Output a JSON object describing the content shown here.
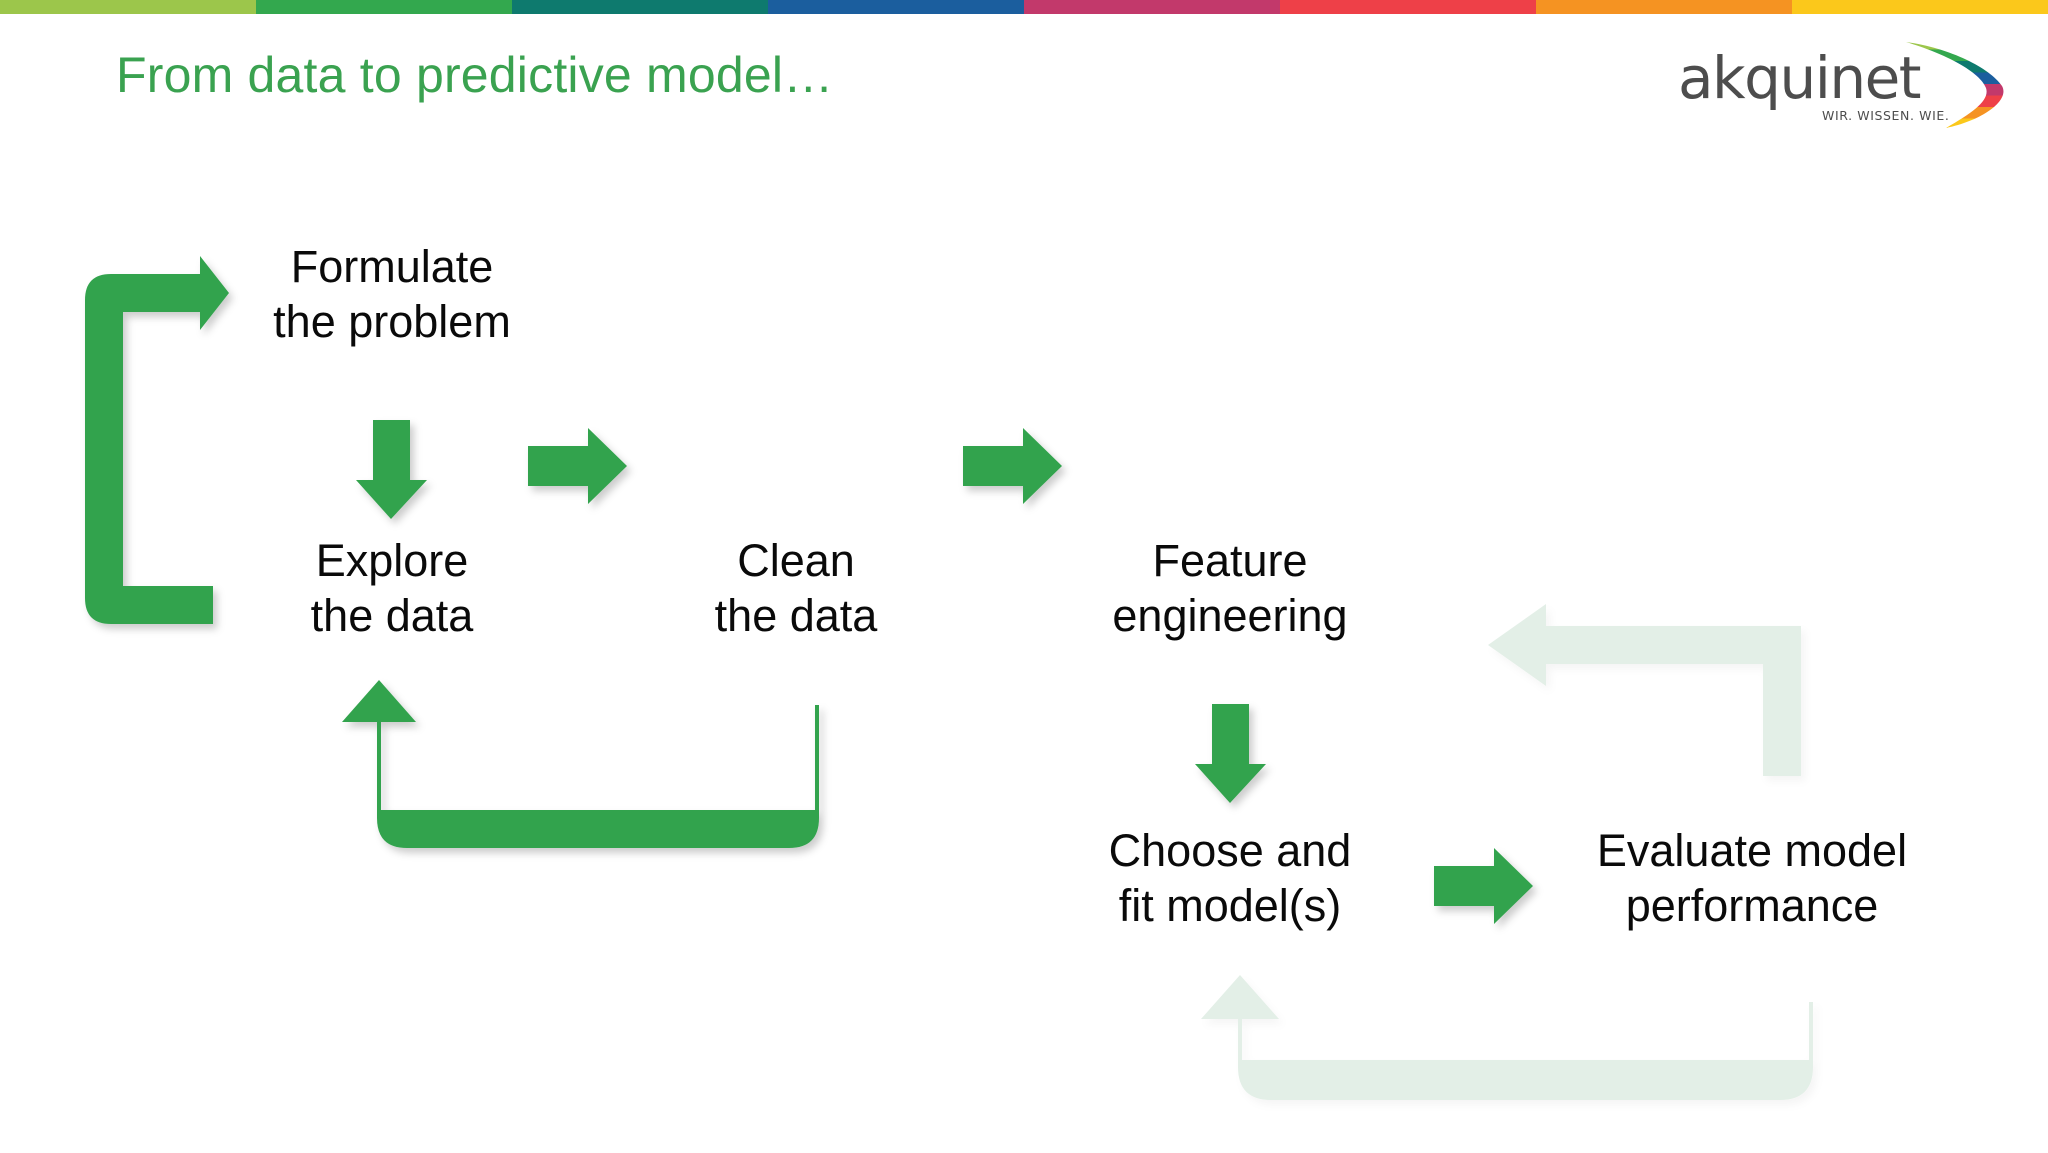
{
  "slide": {
    "title": "From data to predictive model…",
    "title_color": "#3AA250",
    "background": "#FFFFFF"
  },
  "accent_bar": {
    "colors": [
      "#9CC64B",
      "#33A84E",
      "#0E7A6E",
      "#1B5E9E",
      "#C2396B",
      "#EE4048",
      "#F59322",
      "#FBC81B"
    ]
  },
  "logo": {
    "wordmark": "akquinet",
    "tagline": "WIR. WISSEN. WIE.",
    "wordmark_color": "#4D4D4D",
    "swoosh_colors": [
      "#9CC64B",
      "#33A84E",
      "#0E7A6E",
      "#1B5E9E",
      "#C2396B",
      "#EE4048",
      "#F59322",
      "#FBC81B"
    ]
  },
  "diagram": {
    "arrow_color": "#33A34D",
    "arrow_faded_color": "#E3EFE7",
    "nodes": [
      {
        "id": "formulate",
        "lines": [
          "Formulate",
          "the problem"
        ]
      },
      {
        "id": "explore",
        "lines": [
          "Explore",
          "the data"
        ]
      },
      {
        "id": "clean",
        "lines": [
          "Clean",
          "the data"
        ]
      },
      {
        "id": "feature",
        "lines": [
          "Feature",
          "engineering"
        ]
      },
      {
        "id": "choose-fit",
        "lines": [
          "Choose and",
          "fit model(s)"
        ]
      },
      {
        "id": "evaluate",
        "lines": [
          "Evaluate model",
          "performance"
        ]
      }
    ],
    "connectors": [
      {
        "id": "loop-explore-to-formulate",
        "from": "explore",
        "to": "formulate",
        "style": "solid",
        "shape": "bracket-left-up-right"
      },
      {
        "id": "formulate-to-explore",
        "from": "formulate",
        "to": "explore",
        "style": "solid",
        "shape": "arrow-down"
      },
      {
        "id": "explore-to-clean",
        "from": "explore",
        "to": "clean",
        "style": "solid",
        "shape": "arrow-right"
      },
      {
        "id": "clean-to-feature",
        "from": "clean",
        "to": "feature",
        "style": "solid",
        "shape": "arrow-right"
      },
      {
        "id": "loop-clean-to-explore",
        "from": "clean",
        "to": "explore",
        "style": "solid",
        "shape": "u-down-left-up"
      },
      {
        "id": "feature-to-choose",
        "from": "feature",
        "to": "choose-fit",
        "style": "solid",
        "shape": "arrow-down"
      },
      {
        "id": "choose-to-evaluate",
        "from": "choose-fit",
        "to": "evaluate",
        "style": "solid",
        "shape": "arrow-right"
      },
      {
        "id": "loop-evaluate-to-feature",
        "from": "evaluate",
        "to": "feature",
        "style": "faded",
        "shape": "l-up-left"
      },
      {
        "id": "loop-evaluate-to-choose",
        "from": "evaluate",
        "to": "choose-fit",
        "style": "faded",
        "shape": "u-down-left-up"
      }
    ]
  }
}
